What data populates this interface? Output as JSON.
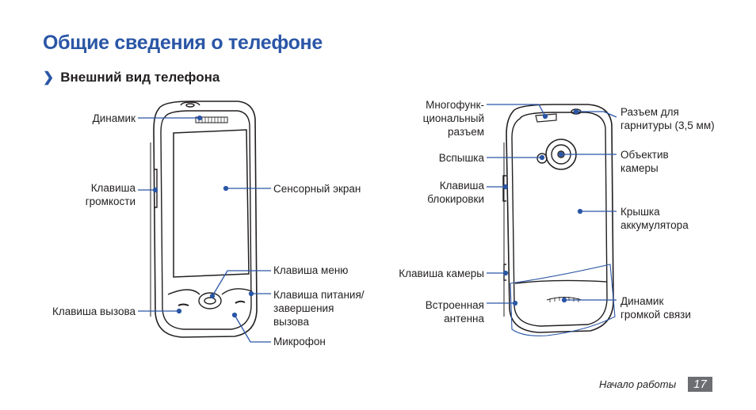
{
  "page": {
    "title": "Общие сведения о телефоне",
    "section_marker": "❯",
    "subtitle": "Внешний вид телефона"
  },
  "front_labels": {
    "speaker": "Динамик",
    "volume_key": "Клавиша\nгромкости",
    "call_key": "Клавиша вызова",
    "touch_screen": "Сенсорный экран",
    "menu_key": "Клавиша меню",
    "power_key": "Клавиша питания/\nзавершения\nвызова",
    "microphone": "Микрофон"
  },
  "back_labels": {
    "multifunction_jack": "Многофунк-\nциональный\nразъем",
    "flash": "Вспышка",
    "lock_key": "Клавиша\nблокировки",
    "camera_key": "Клавиша камеры",
    "antenna": "Встроенная\nантенна",
    "headset_jack": "Разъем для\nгарнитуры (3,5 мм)",
    "camera_lens": "Объектив\nкамеры",
    "battery_cover": "Крышка\nаккумулятора",
    "loudspeaker": "Динамик\nгромкой связи"
  },
  "footer": {
    "section_name": "Начало работы",
    "page_number": "17"
  },
  "colors": {
    "accent": "#2a56a6",
    "text": "#231f20",
    "page_number_bg": "#6d6e71"
  }
}
